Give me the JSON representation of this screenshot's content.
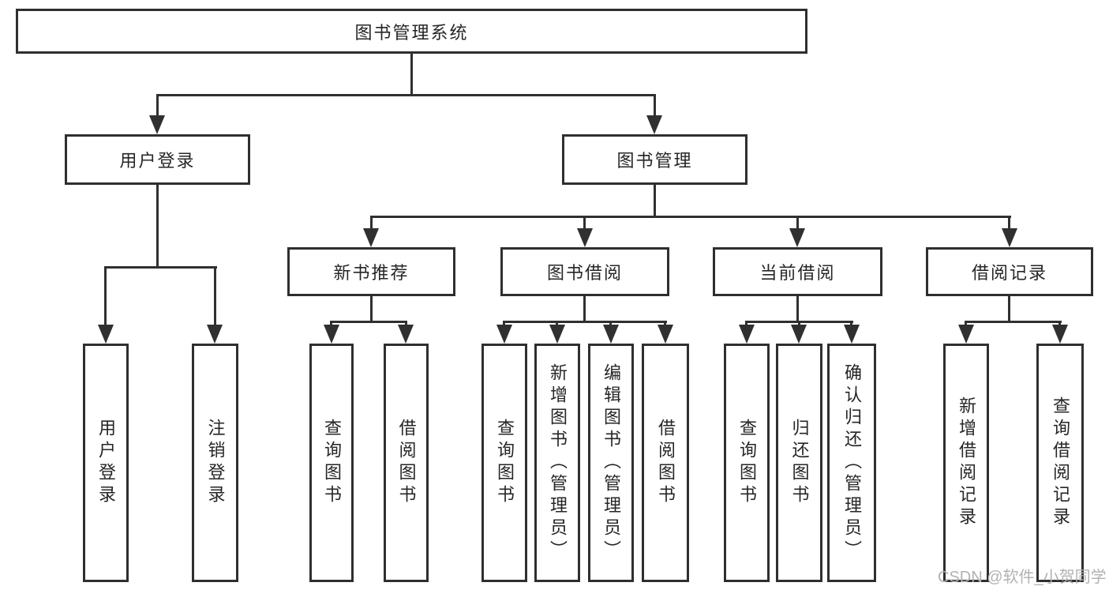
{
  "diagram": {
    "type": "hierarchy-tree",
    "root": {
      "label": "图书管理系统"
    },
    "branches": [
      {
        "label": "用户登录",
        "children": [
          {
            "label": "用户登录"
          },
          {
            "label": "注销登录"
          }
        ]
      },
      {
        "label": "图书管理",
        "children": [
          {
            "label": "新书推荐",
            "children": [
              {
                "label": "查询图书"
              },
              {
                "label": "借阅图书"
              }
            ]
          },
          {
            "label": "图书借阅",
            "children": [
              {
                "label": "查询图书"
              },
              {
                "label": "新增图书（管理员）"
              },
              {
                "label": "编辑图书（管理员）"
              },
              {
                "label": "借阅图书"
              }
            ]
          },
          {
            "label": "当前借阅",
            "children": [
              {
                "label": "查询图书"
              },
              {
                "label": "归还图书"
              },
              {
                "label": "确认归还（管理员）"
              }
            ]
          },
          {
            "label": "借阅记录",
            "children": [
              {
                "label": "新增借阅记录"
              },
              {
                "label": "查询借阅记录"
              }
            ]
          }
        ]
      }
    ]
  },
  "watermark": {
    "text": "CSDN @软件_小贺同学"
  },
  "colors": {
    "line": "#303030",
    "box_border": "#2f2f2f",
    "text": "#262626",
    "watermark": "#b2b2b2",
    "background": "#ffffff"
  }
}
